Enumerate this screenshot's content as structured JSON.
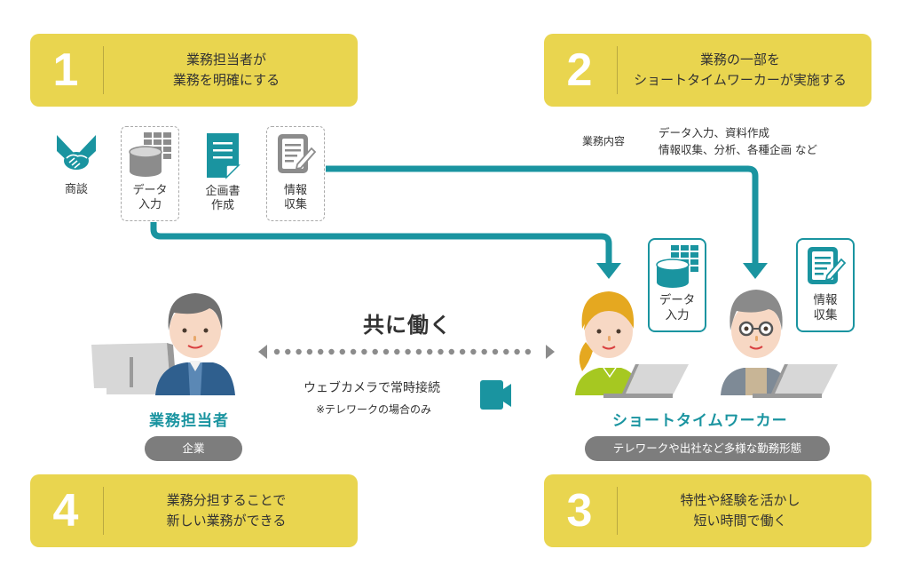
{
  "steps": [
    {
      "id": "1",
      "number": "1",
      "lines": [
        "業務担当者が",
        "業務を明確にする"
      ]
    },
    {
      "id": "2",
      "number": "2",
      "lines": [
        "業務の一部を",
        "ショートタイムワーカーが実施する"
      ]
    },
    {
      "id": "3",
      "number": "3",
      "lines": [
        "特性や経験を活かし",
        "短い時間で働く"
      ]
    },
    {
      "id": "4",
      "number": "4",
      "lines": [
        "業務分担することで",
        "新しい業務ができる"
      ]
    }
  ],
  "tasks": [
    {
      "icon": "handshake-icon",
      "lines": [
        "商談"
      ],
      "delegated": false
    },
    {
      "icon": "database-icon",
      "lines": [
        "データ",
        "入力"
      ],
      "delegated": true
    },
    {
      "icon": "document-icon",
      "lines": [
        "企画書",
        "作成"
      ],
      "delegated": false
    },
    {
      "icon": "clipboard-edit-icon",
      "lines": [
        "情報",
        "収集"
      ],
      "delegated": true
    }
  ],
  "work_content": {
    "label": "業務内容",
    "lines": [
      "データ入力、資料作成",
      "情報収集、分析、各種企画 など"
    ]
  },
  "manager": {
    "name": "業務担当者",
    "tag": "企業"
  },
  "center": {
    "title": "共に働く",
    "webcam_text": "ウェブカメラで常時接続",
    "webcam_note": "※テレワークの場合のみ"
  },
  "workers": {
    "name": "ショートタイムワーカー",
    "tag": "テレワークや出社など多様な勤務形態",
    "cards": [
      {
        "icon": "database-icon",
        "lines": [
          "データ",
          "入力"
        ]
      },
      {
        "icon": "clipboard-edit-icon",
        "lines": [
          "情報",
          "収集"
        ]
      }
    ]
  },
  "colors": {
    "step_bg": "#e9d54f",
    "accent_teal": "#1a94a0",
    "gray": "#7d7d7d"
  }
}
